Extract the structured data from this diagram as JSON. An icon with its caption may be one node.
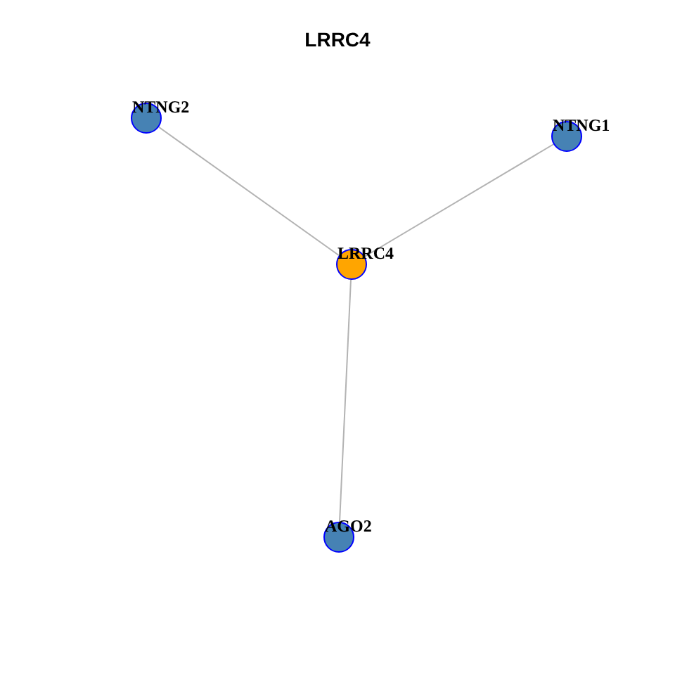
{
  "diagram": {
    "title": "LRRC4",
    "nodes": [
      {
        "text": [
          "NTNG2"
        ]
      },
      {
        "text": [
          "NTNG1"
        ]
      },
      {
        "text": [
          "LRRC4"
        ]
      },
      {
        "text": [
          "AGO2"
        ]
      }
    ],
    "edges": [
      {
        "from": 2,
        "to": 0,
        "arrow": "none"
      },
      {
        "from": 2,
        "to": 1,
        "arrow": "none"
      },
      {
        "from": 2,
        "to": 3,
        "arrow": "none"
      }
    ]
  }
}
